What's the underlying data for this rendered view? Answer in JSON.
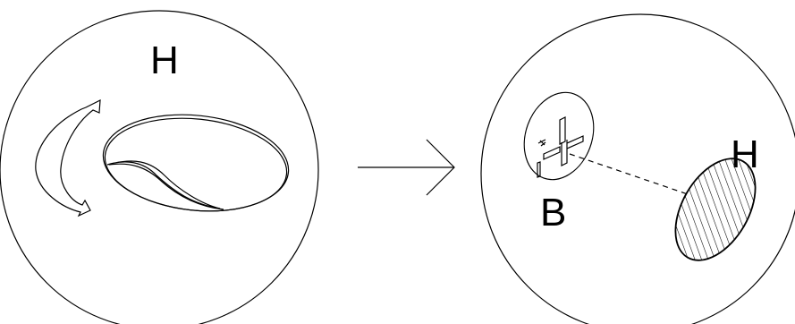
{
  "left_panel": {
    "label": "H"
  },
  "right_panel": {
    "label_b": "B",
    "label_h": "H"
  },
  "colors": {
    "stroke": "#000000",
    "background": "#ffffff"
  },
  "icons": {
    "rotation": "curved-rotation-arrow-icon",
    "transition": "right-arrow-icon"
  }
}
